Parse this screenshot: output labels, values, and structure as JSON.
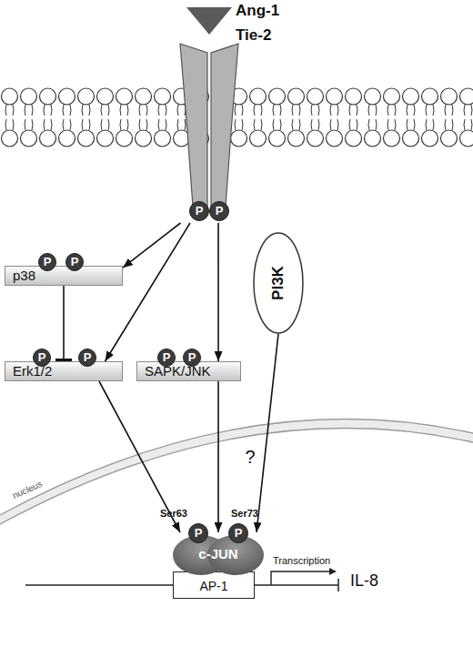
{
  "diagram": {
    "nodes": [
      {
        "text": [
          "Ang-1"
        ]
      },
      {
        "text": [
          "Tie-2"
        ]
      },
      {
        "text": [
          "P"
        ],
        "in": 1
      },
      {
        "text": [
          "P"
        ],
        "in": 1
      },
      {
        "text": [
          "p38"
        ]
      },
      {
        "text": [
          "P"
        ],
        "in": 4
      },
      {
        "text": [
          "P"
        ],
        "in": 4
      },
      {
        "text": [
          "Erk1/2"
        ]
      },
      {
        "text": [
          "P"
        ],
        "in": 7
      },
      {
        "text": [
          "P"
        ],
        "in": 7
      },
      {
        "text": [
          "SAPK/JNK"
        ]
      },
      {
        "text": [
          "P"
        ],
        "in": 10
      },
      {
        "text": [
          "P"
        ],
        "in": 10
      },
      {
        "text": [
          "PI3K"
        ]
      },
      {
        "text": [
          "c-JUN"
        ]
      },
      {
        "text": [
          "P"
        ],
        "in": 14
      },
      {
        "text": [
          "P"
        ],
        "in": 14
      },
      {
        "text": [
          "AP-1"
        ]
      }
    ],
    "edges": [
      {
        "from": 1,
        "to": 4,
        "arrow": "to"
      },
      {
        "from": 1,
        "to": 7,
        "arrow": "to"
      },
      {
        "from": 1,
        "to": 10,
        "arrow": "to"
      },
      {
        "from": 4,
        "to": 7,
        "arrow": "to"
      },
      {
        "from": 7,
        "to": 14,
        "arrow": "to"
      },
      {
        "from": 10,
        "to": 14,
        "arrow": "to"
      },
      {
        "from": 13,
        "to": 14,
        "label": "?",
        "arrow": "to"
      }
    ],
    "labels": [
      "Ser63",
      "Ser73",
      "nucleus",
      "Transcription",
      "IL-8"
    ]
  }
}
